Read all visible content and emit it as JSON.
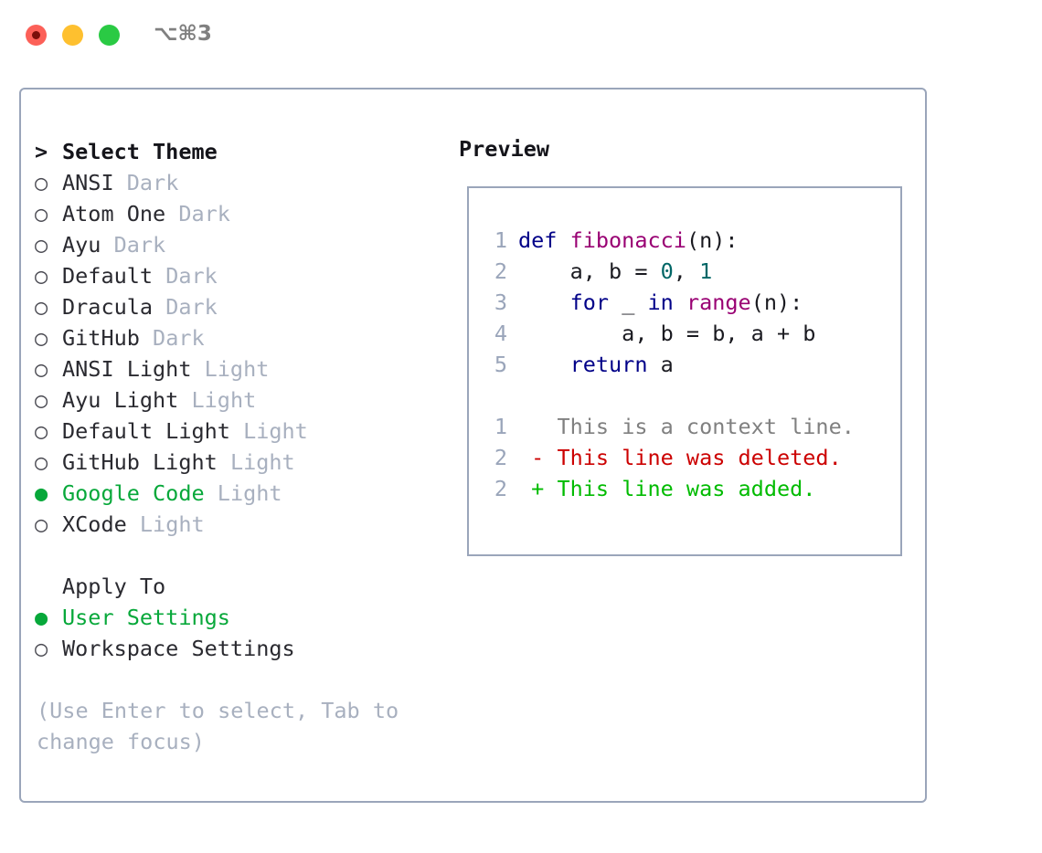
{
  "window": {
    "shortcut": "⌥⌘3",
    "traffic_lights": [
      "close-red",
      "minimize-yellow",
      "maximize-green"
    ]
  },
  "theme_list": {
    "header": "Select Theme",
    "caret": ">",
    "marker_selected": "●",
    "marker_unselected": "○",
    "items": [
      {
        "name": "ANSI",
        "variant": "Dark",
        "selected": false
      },
      {
        "name": "Atom One",
        "variant": "Dark",
        "selected": false
      },
      {
        "name": "Ayu",
        "variant": "Dark",
        "selected": false
      },
      {
        "name": "Default",
        "variant": "Dark",
        "selected": false
      },
      {
        "name": "Dracula",
        "variant": "Dark",
        "selected": false
      },
      {
        "name": "GitHub",
        "variant": "Dark",
        "selected": false
      },
      {
        "name": "ANSI Light",
        "variant": "Light",
        "selected": false
      },
      {
        "name": "Ayu Light",
        "variant": "Light",
        "selected": false
      },
      {
        "name": "Default Light",
        "variant": "Light",
        "selected": false
      },
      {
        "name": "GitHub Light",
        "variant": "Light",
        "selected": false
      },
      {
        "name": "Google Code",
        "variant": "Light",
        "selected": true
      },
      {
        "name": "XCode",
        "variant": "Light",
        "selected": false
      }
    ]
  },
  "apply_to": {
    "header": "Apply To",
    "options": [
      {
        "label": "User Settings",
        "selected": true
      },
      {
        "label": "Workspace Settings",
        "selected": false
      }
    ]
  },
  "hint": "(Use Enter to select, Tab to change focus)",
  "preview": {
    "title": "Preview",
    "code_lines": [
      {
        "lineno": "1",
        "tokens": [
          {
            "text": "def ",
            "kind": "kw"
          },
          {
            "text": "fibonacci",
            "kind": "fn"
          },
          {
            "text": "(n):",
            "kind": "punc"
          }
        ]
      },
      {
        "lineno": "2",
        "tokens": [
          {
            "text": "    a, b = ",
            "kind": "id"
          },
          {
            "text": "0",
            "kind": "num"
          },
          {
            "text": ", ",
            "kind": "punc"
          },
          {
            "text": "1",
            "kind": "num"
          }
        ]
      },
      {
        "lineno": "3",
        "tokens": [
          {
            "text": "    ",
            "kind": "id"
          },
          {
            "text": "for",
            "kind": "kw"
          },
          {
            "text": " _ ",
            "kind": "id"
          },
          {
            "text": "in",
            "kind": "kw"
          },
          {
            "text": " ",
            "kind": "id"
          },
          {
            "text": "range",
            "kind": "fn"
          },
          {
            "text": "(n):",
            "kind": "punc"
          }
        ]
      },
      {
        "lineno": "4",
        "tokens": [
          {
            "text": "        a, b = b, a + b",
            "kind": "id"
          }
        ]
      },
      {
        "lineno": "5",
        "tokens": [
          {
            "text": "    ",
            "kind": "id"
          },
          {
            "text": "return",
            "kind": "kw"
          },
          {
            "text": " a",
            "kind": "id"
          }
        ]
      }
    ],
    "diff_lines": [
      {
        "lineno": "1",
        "marker": " ",
        "text": "This is a context line.",
        "kind": "ctx"
      },
      {
        "lineno": "2",
        "marker": "-",
        "text": "This line was deleted.",
        "kind": "del"
      },
      {
        "lineno": "2",
        "marker": "+",
        "text": "This line was added.",
        "kind": "add"
      }
    ]
  },
  "colors": {
    "accent_green": "#07a83a",
    "border": "#9aa5ba",
    "muted": "#a8b0bf",
    "text": "#2a2a30",
    "keyword": "#000088",
    "function": "#990073",
    "number": "#006666",
    "diff_add": "#00bb00",
    "diff_del": "#cc0000",
    "diff_ctx": "#808080"
  }
}
